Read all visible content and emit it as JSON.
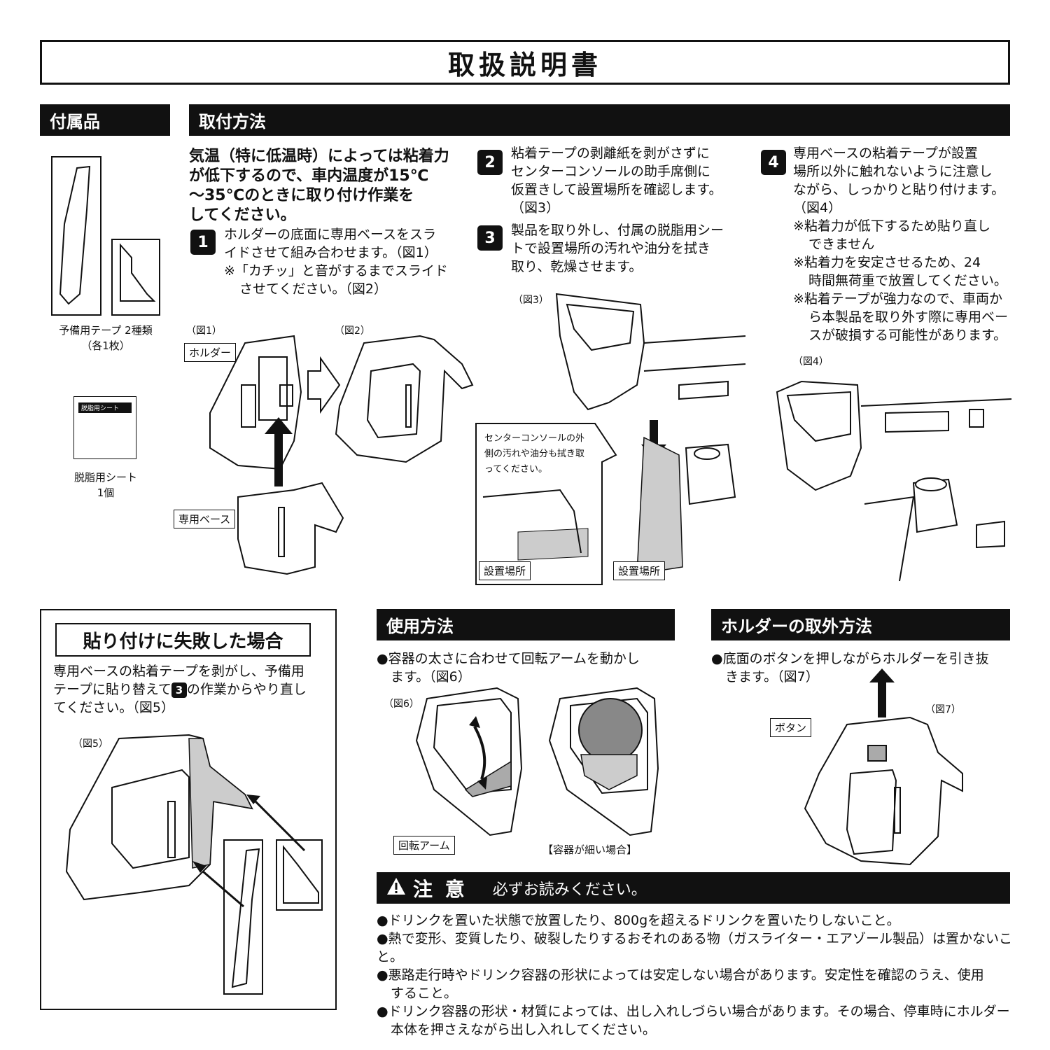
{
  "title": "取扱説明書",
  "sections": {
    "accessories": "付属品",
    "install": "取付方法",
    "usage": "使用方法",
    "removal": "ホルダーの取外方法",
    "failure": "貼り付けに失敗した場合",
    "caution_title": "注 意",
    "caution_sub": "必ずお読みください。"
  },
  "accessories": {
    "tape_label_1": "予備用テープ 2種類",
    "tape_label_2": "（各1枚）",
    "sheet_tag": "脱脂用シート",
    "sheet_label_1": "脱脂用シート",
    "sheet_label_2": "1個"
  },
  "install": {
    "warning_lines": [
      "気温（特に低温時）によっては粘着力",
      "が低下するので、車内温度が15℃",
      "～35℃のときに取り付け作業を",
      "してください。"
    ],
    "step1_num": "1",
    "step1_lines": [
      "ホルダーの底面に専用ベースをスラ",
      "イドさせて組み合わせます。（図1）"
    ],
    "step1_note_lines": [
      "※「カチッ」と音がするまでスライド",
      "させてください。（図2）"
    ],
    "step2_num": "2",
    "step2_lines": [
      "粘着テープの剥離紙を剥がさずに",
      "センターコンソールの助手席側に",
      "仮置きして設置場所を確認します。",
      "（図3）"
    ],
    "step3_num": "3",
    "step3_lines": [
      "製品を取り外し、付属の脱脂用シー",
      "トで設置場所の汚れや油分を拭き",
      "取り、乾燥させます。"
    ],
    "step4_num": "4",
    "step4_lines": [
      "専用ベースの粘着テープが設置",
      "場所以外に触れないように注意し",
      "ながら、しっかりと貼り付けます。",
      "（図4）"
    ],
    "step4_notes": [
      "※粘着力が低下するため貼り直し",
      "できません",
      "※粘着力を安定させるため、24",
      "時間無荷重で放置してください。",
      "※粘着テープが強力なので、車両か",
      "ら本製品を取り外す際に専用ベー",
      "スが破損する可能性があります。"
    ],
    "fig1": "（図1）",
    "fig2": "（図2）",
    "fig3": "（図3）",
    "fig4": "（図4）",
    "holder_label": "ホルダー",
    "base_label": "専用ベース",
    "callout_lines": [
      "センターコンソールの外",
      "側の汚れや油分も拭き取",
      "ってください。"
    ],
    "place_label_a": "設置場所",
    "place_label_b": "設置場所"
  },
  "failure": {
    "line1": "専用ベースの粘着テープを剥がし、予備用",
    "line2_pre": "テープに貼り替えて",
    "line2_num": "3",
    "line2_post": "の作業からやり直し",
    "line3": "てください。（図5）",
    "fig5": "（図5）"
  },
  "usage": {
    "line1": "●容器の太さに合わせて回転アームを動かし",
    "line2": "ます。（図6）",
    "fig6": "（図6）",
    "arm_label": "回転アーム",
    "thin_label": "【容器が細い場合】"
  },
  "removal": {
    "line1": "●底面のボタンを押しながらホルダーを引き抜",
    "line2": "きます。（図7）",
    "fig7": "（図7）",
    "button_label": "ボタン"
  },
  "caution": {
    "items": [
      "●ドリンクを置いた状態で放置したり、800gを超えるドリンクを置いたりしないこと。",
      "●熱で変形、変質したり、破裂したりするおそれのある物（ガスライター・エアゾール製品）は置かないこと。",
      "●悪路走行時やドリンク容器の形状によっては安定しない場合があります。安定性を確認のうえ、使用",
      "すること。",
      "●ドリンク容器の形状・材質によっては、出し入れしづらい場合があります。その場合、停車時にホルダー",
      "本体を押さえながら出し入れしてください。"
    ]
  }
}
